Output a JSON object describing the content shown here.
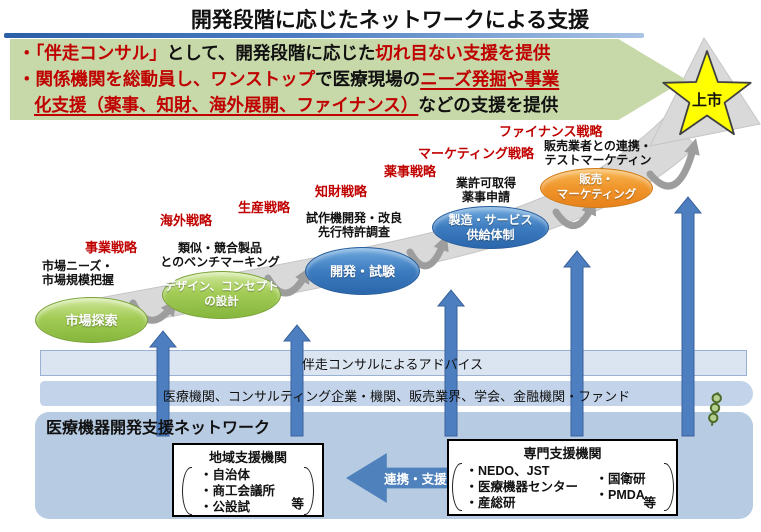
{
  "title": "開発段階に応じたネットワークによる支援",
  "banner": {
    "line1": {
      "p1": "・「伴走コンサル」",
      "p2": "として、開発段階に応じた",
      "p3": "切れ目ない支援を提供"
    },
    "line2": {
      "p1": "・関係機関を総動員し、ワンストップ",
      "p2": "で医療現場の",
      "p3": "ニーズ発掘や事業"
    },
    "line3": {
      "p1": "化支援（薬事、知財、海外展開、ファイナンス）",
      "p2": "などの支援を提供"
    }
  },
  "star_label": "上市",
  "strategies": [
    "事業戦略",
    "海外戦略",
    "生産戦略",
    "知財戦略",
    "薬事戦略",
    "マーケティング戦略",
    "ファイナンス戦略"
  ],
  "tasks": [
    "市場ニーズ・\n市場規模把握",
    "類似・競合製品\nとのベンチマーキング",
    "試作機開発・改良\n先行特許調査",
    "業許可取得\n薬事申請",
    "販売業者との連携・\nテストマーケティング"
  ],
  "stages": [
    "市場探索",
    "デザイン、コンセプト\nの設計",
    "開発・試験",
    "製造・サービス\n供給体制",
    "販売・\nマーケティング"
  ],
  "bars": {
    "advice": "伴走コンサルによるアドバイス",
    "stakeholders": "医療機関、コンサルティング企業・機関、販売業界、学会、金融機関・ファンド"
  },
  "network": {
    "title": "医療機器開発支援ネットワーク",
    "link_arrow": "連携・支援",
    "regional": {
      "title": "地域支援機関",
      "items": [
        "・自治体",
        "・商工会議所",
        "・公設試"
      ],
      "etc": "等"
    },
    "specialist": {
      "title": "専門支援機関",
      "col1": [
        "・NEDO、JST",
        "・医療機器センター",
        "・産総研"
      ],
      "col2": [
        "・国衛研",
        "・PMDA"
      ],
      "etc": "等"
    }
  },
  "colors": {
    "red_text": "#c00000",
    "banner_green": "#c7d8a9",
    "stage_green": "#8fbf44",
    "stage_blue": "#2d6db4",
    "stage_orange": "#e8861c",
    "support_blue": "#4f81bd",
    "panel_blue": "#b7cbe3",
    "bar_blue": "#dbe5f1",
    "star_yellow": "#ffff00",
    "swoosh_gray": "#d9d9d9"
  }
}
